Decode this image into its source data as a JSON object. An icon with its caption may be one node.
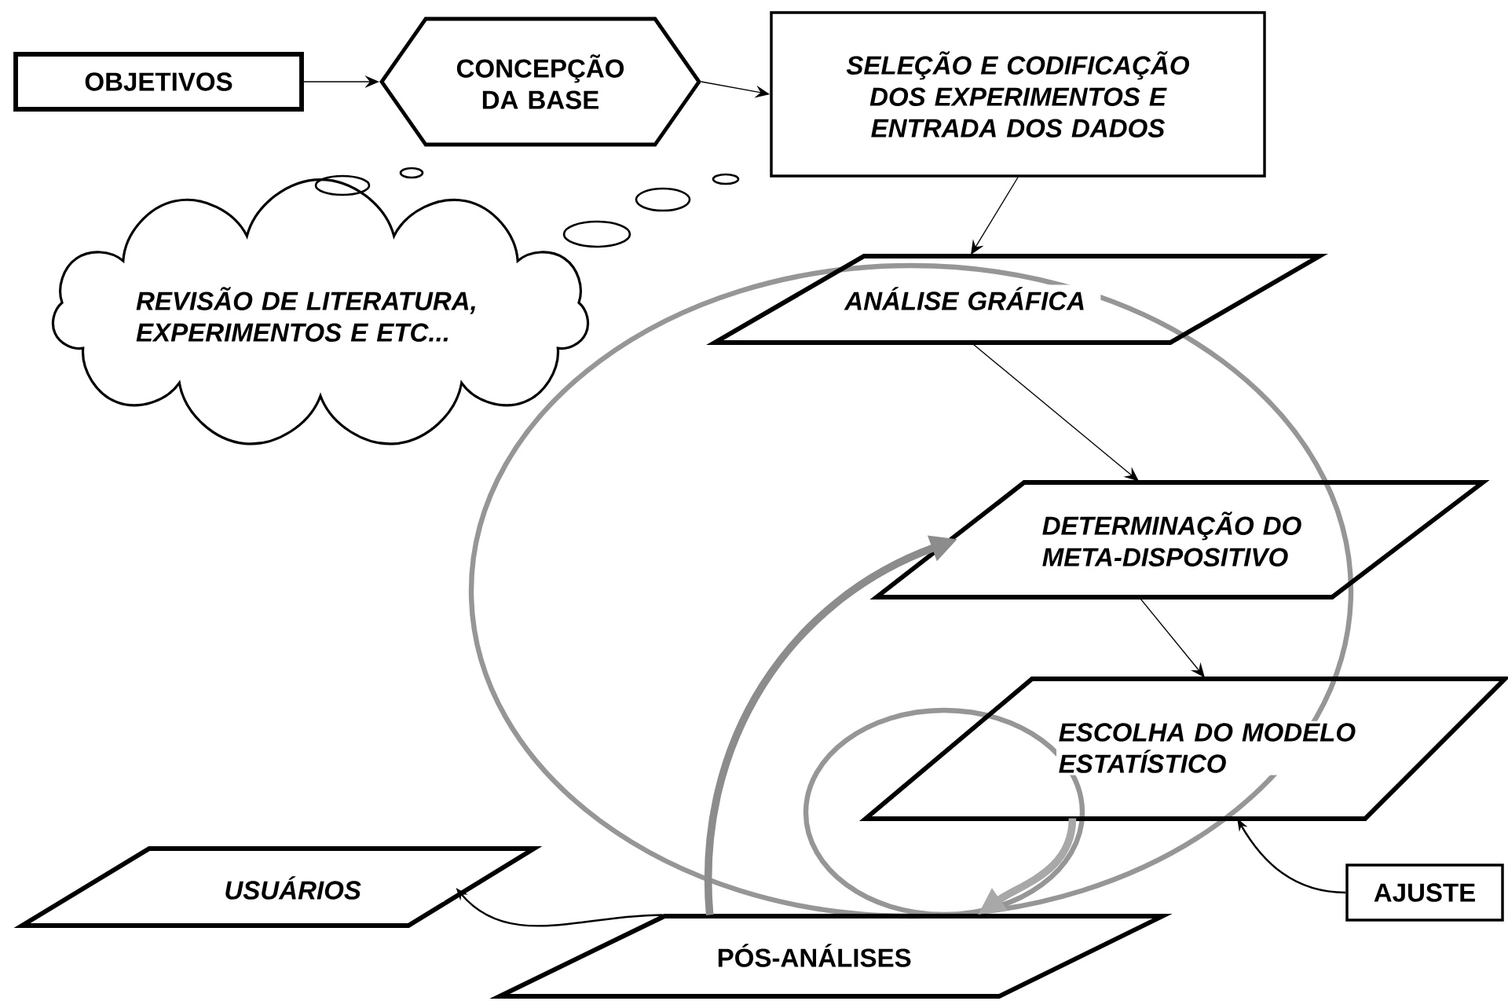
{
  "diagram": {
    "nodes": [
      {
        "text": [
          "OBJETIVOS"
        ]
      },
      {
        "text": [
          "CONCEPÇÃO DA BASE"
        ]
      },
      {
        "text": [
          "SELEÇÃO E CODIFICAÇÃO DOS EXPERIMENTOS E ENTRADA DOS DADOS"
        ]
      },
      {
        "text": [
          "REVISÃO DE LITERATURA, EXPERIMENTOS E ETC..."
        ]
      },
      {
        "text": [
          "ANÁLISE GRÁFICA"
        ]
      },
      {
        "text": [
          "DETERMINAÇÃO DO META-DISPOSITIVO"
        ]
      },
      {
        "text": [
          "ESCOLHA DO MODELO ESTATÍSTICO"
        ]
      },
      {
        "text": [
          "USUÁRIOS"
        ]
      },
      {
        "text": [
          "PÓS-ANÁLISES"
        ]
      },
      {
        "text": [
          "AJUSTE"
        ]
      }
    ],
    "edges": [
      {
        "from": 0,
        "to": 1,
        "arrow": "to"
      },
      {
        "from": 1,
        "to": 2,
        "arrow": "to"
      },
      {
        "from": 2,
        "to": 4,
        "arrow": "to"
      },
      {
        "from": 4,
        "to": 5,
        "arrow": "to"
      },
      {
        "from": 5,
        "to": 6,
        "arrow": "to"
      },
      {
        "from": 9,
        "to": 6,
        "arrow": "to"
      },
      {
        "from": 8,
        "to": 7,
        "arrow": "to"
      },
      {
        "from": 8,
        "to": 5,
        "arrow": "to",
        "style": "thick",
        "color": "#8c8c8c"
      },
      {
        "from": 6,
        "to": 8,
        "arrow": "to",
        "style": "thick",
        "color": "#a8a8a8"
      }
    ]
  }
}
